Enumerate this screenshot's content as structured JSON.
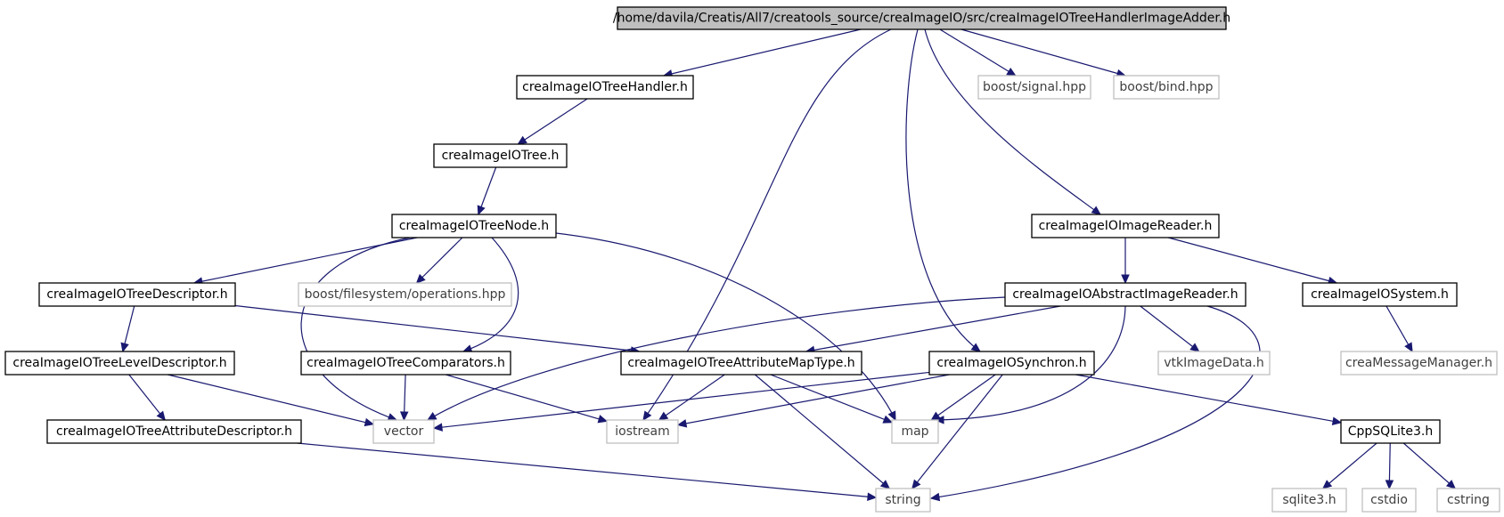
{
  "diagram": {
    "type": "include-dependency-graph",
    "colors": {
      "edge": "#191970",
      "root_fill": "#bfbfbf",
      "root_border": "#000000",
      "file_border": "#000000",
      "external_border": "#bfbfbf",
      "external_text": "#3f3f3f"
    },
    "nodes": [
      {
        "id": "root",
        "label": "/home/davila/Creatis/All7/creatools_source/creaImageIO/src/creaImageIOTreeHandlerImageAdder.h",
        "kind": "root"
      },
      {
        "id": "treehandler",
        "label": "creaImageIOTreeHandler.h",
        "kind": "file"
      },
      {
        "id": "signal",
        "label": "boost/signal.hpp",
        "kind": "external"
      },
      {
        "id": "bind",
        "label": "boost/bind.hpp",
        "kind": "external"
      },
      {
        "id": "tree",
        "label": "creaImageIOTree.h",
        "kind": "file"
      },
      {
        "id": "treenode",
        "label": "creaImageIOTreeNode.h",
        "kind": "file"
      },
      {
        "id": "imagereader",
        "label": "creaImageIOImageReader.h",
        "kind": "file"
      },
      {
        "id": "treedescriptor",
        "label": "creaImageIOTreeDescriptor.h",
        "kind": "file"
      },
      {
        "id": "filesystem",
        "label": "boost/filesystem/operations.hpp",
        "kind": "external"
      },
      {
        "id": "abstractreader",
        "label": "creaImageIOAbstractImageReader.h",
        "kind": "file"
      },
      {
        "id": "system",
        "label": "creaImageIOSystem.h",
        "kind": "file"
      },
      {
        "id": "leveldescriptor",
        "label": "creaImageIOTreeLevelDescriptor.h",
        "kind": "file"
      },
      {
        "id": "comparators",
        "label": "creaImageIOTreeComparators.h",
        "kind": "file"
      },
      {
        "id": "attrmaptype",
        "label": "creaImageIOTreeAttributeMapType.h",
        "kind": "file"
      },
      {
        "id": "synchron",
        "label": "creaImageIOSynchron.h",
        "kind": "file"
      },
      {
        "id": "vtkimagedata",
        "label": "vtkImageData.h",
        "kind": "external"
      },
      {
        "id": "messagemanager",
        "label": "creaMessageManager.h",
        "kind": "external"
      },
      {
        "id": "attrdescriptor",
        "label": "creaImageIOTreeAttributeDescriptor.h",
        "kind": "file"
      },
      {
        "id": "vector",
        "label": "vector",
        "kind": "external"
      },
      {
        "id": "iostream",
        "label": "iostream",
        "kind": "external"
      },
      {
        "id": "map",
        "label": "map",
        "kind": "external"
      },
      {
        "id": "cppsqlite",
        "label": "CppSQLite3.h",
        "kind": "file"
      },
      {
        "id": "string",
        "label": "string",
        "kind": "external"
      },
      {
        "id": "sqlite3",
        "label": "sqlite3.h",
        "kind": "external"
      },
      {
        "id": "cstdio",
        "label": "cstdio",
        "kind": "external"
      },
      {
        "id": "cstring",
        "label": "cstring",
        "kind": "external"
      }
    ],
    "edges": [
      {
        "from": "root",
        "to": "treehandler"
      },
      {
        "from": "root",
        "to": "iostream"
      },
      {
        "from": "root",
        "to": "synchron"
      },
      {
        "from": "root",
        "to": "imagereader"
      },
      {
        "from": "root",
        "to": "signal"
      },
      {
        "from": "root",
        "to": "bind"
      },
      {
        "from": "treehandler",
        "to": "tree"
      },
      {
        "from": "tree",
        "to": "treenode"
      },
      {
        "from": "treenode",
        "to": "treedescriptor"
      },
      {
        "from": "treenode",
        "to": "vector"
      },
      {
        "from": "treenode",
        "to": "filesystem"
      },
      {
        "from": "treenode",
        "to": "comparators"
      },
      {
        "from": "treenode",
        "to": "map"
      },
      {
        "from": "treedescriptor",
        "to": "leveldescriptor"
      },
      {
        "from": "treedescriptor",
        "to": "attrmaptype"
      },
      {
        "from": "leveldescriptor",
        "to": "attrdescriptor"
      },
      {
        "from": "leveldescriptor",
        "to": "vector"
      },
      {
        "from": "attrdescriptor",
        "to": "string"
      },
      {
        "from": "comparators",
        "to": "vector"
      },
      {
        "from": "comparators",
        "to": "iostream"
      },
      {
        "from": "attrmaptype",
        "to": "iostream"
      },
      {
        "from": "attrmaptype",
        "to": "map"
      },
      {
        "from": "attrmaptype",
        "to": "string"
      },
      {
        "from": "imagereader",
        "to": "abstractreader"
      },
      {
        "from": "imagereader",
        "to": "system"
      },
      {
        "from": "abstractreader",
        "to": "vector"
      },
      {
        "from": "abstractreader",
        "to": "attrmaptype"
      },
      {
        "from": "abstractreader",
        "to": "vtkimagedata"
      },
      {
        "from": "abstractreader",
        "to": "map"
      },
      {
        "from": "abstractreader",
        "to": "string"
      },
      {
        "from": "system",
        "to": "messagemanager"
      },
      {
        "from": "synchron",
        "to": "vector"
      },
      {
        "from": "synchron",
        "to": "iostream"
      },
      {
        "from": "synchron",
        "to": "map"
      },
      {
        "from": "synchron",
        "to": "string"
      },
      {
        "from": "synchron",
        "to": "cppsqlite"
      },
      {
        "from": "cppsqlite",
        "to": "sqlite3"
      },
      {
        "from": "cppsqlite",
        "to": "cstdio"
      },
      {
        "from": "cppsqlite",
        "to": "cstring"
      }
    ]
  }
}
